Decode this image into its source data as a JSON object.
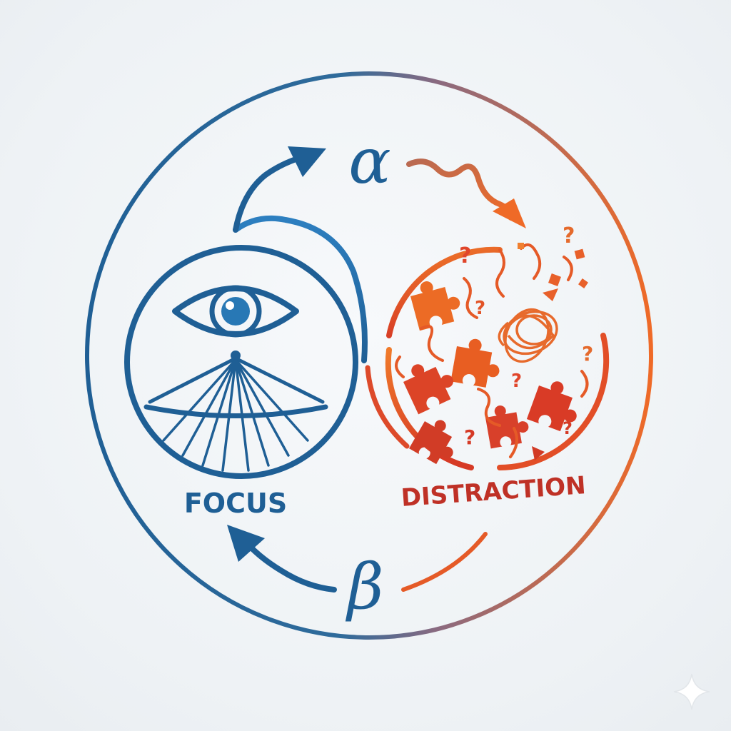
{
  "diagram": {
    "labels": {
      "focus": "FOCUS",
      "distraction": "DISTRACTION",
      "alpha": "α",
      "beta": "β",
      "question_mark": "?"
    },
    "icons": {
      "focus": "eye-icon",
      "focus_beam": "light-beam-icon",
      "distraction": "scattered-puzzle-icon",
      "tangle": "tangled-scribble-icon",
      "corner": "sparkle-icon"
    },
    "colors": {
      "focus_blue": "#1f5f95",
      "focus_blue_light": "#2d7fc0",
      "distraction_orange": "#ef6a27",
      "distraction_red": "#d23a25",
      "distraction_text": "#bf3126"
    }
  }
}
